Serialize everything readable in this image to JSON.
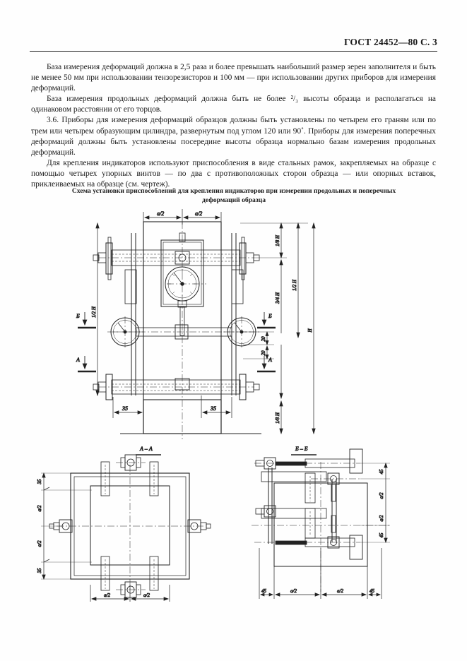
{
  "document": {
    "standard_header": "ГОСТ 24452—80 С. 3",
    "page_number": "3"
  },
  "body": {
    "paragraphs": [
      "База измерения деформаций должна в 2,5 раза и более превышать наибольший размер зерен заполнителя и быть не менее 50 мм при использовании тензорезисторов и 100 мм — при использовании других приборов для измерения деформаций.",
      "База измерения продольных деформаций должна быть не более ²/₃ высоты образца и располагаться на одинаковом расстоянии от его торцов.",
      "3.6.  Приборы для измерения деформаций образцов должны быть установлены по четырем его граням или по трем или четырем образующим цилиндра,  развернутым под углом 120 или 90˚. Приборы для измерения поперечных деформаций должны быть установлены посередине высоты образца нормально базам измерения продольных деформаций.",
      "Для крепления индикаторов используют приспособления в виде стальных рамок,  закрепляемых на образце с  помощью четырех упорных винтов — по два с  противоположных сторон образца — или опорных вставок,  приклеиваемых на образце (см. чертеж)."
    ]
  },
  "figure": {
    "caption_line1": "Схема установки приспособлений для крепления индикаторов при измерении продольных и поперечных",
    "caption_line2": "деформаций образца",
    "main_view": {
      "top_dimensions": [
        "a/2",
        "a/2"
      ],
      "right_dimensions": [
        "1/8 H",
        "3/4 H",
        "1/2 H",
        "H",
        "20",
        "20",
        "1/8 H"
      ],
      "left_dimensions": [
        "1/2 H"
      ],
      "bottom_dimensions": [
        "35",
        "35"
      ],
      "section_markers_left": [
        "Б",
        "А"
      ],
      "section_markers_right": [
        "Б",
        "А"
      ]
    },
    "section_a": {
      "title": "А – А",
      "left_dimensions": [
        "35",
        "a/2",
        "a/2",
        "35"
      ],
      "bottom_dimensions": [
        "a/2",
        "a/2"
      ]
    },
    "section_b": {
      "title": "Б – Б",
      "right_dimensions": [
        "45",
        "a/2",
        "a/2",
        "45"
      ],
      "bottom_dimensions": [
        "45",
        "a/2",
        "a/2",
        "45"
      ]
    }
  },
  "colors": {
    "ink": "#1a1a1a",
    "paper": "#fefefe",
    "line": "#222222"
  }
}
